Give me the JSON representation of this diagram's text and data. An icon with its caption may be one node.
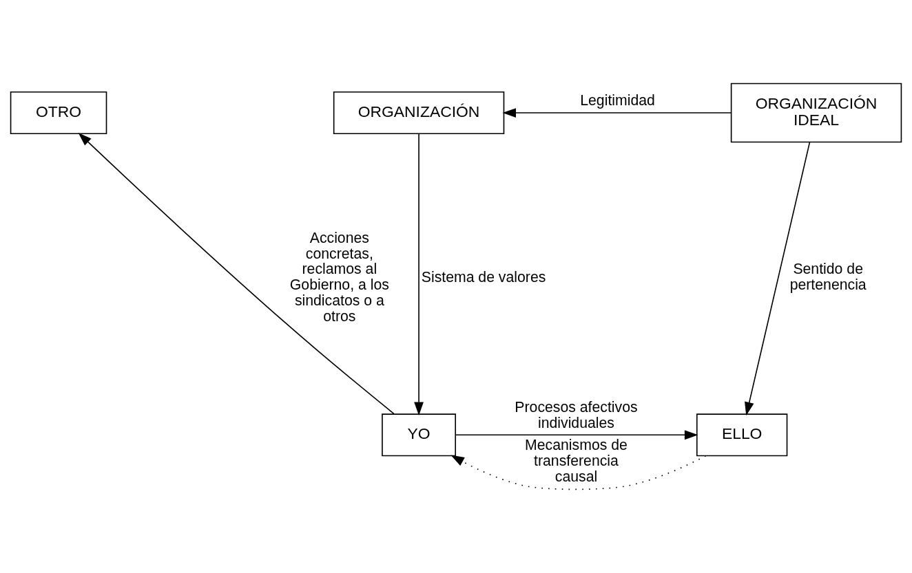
{
  "diagram": {
    "nodes": [
      {
        "text": [
          "OTRO"
        ]
      },
      {
        "text": [
          "ORGANIZACIÓN"
        ]
      },
      {
        "text": [
          "ORGANIZACIÓN IDEAL"
        ]
      },
      {
        "text": [
          "YO"
        ]
      },
      {
        "text": [
          "ELLO"
        ]
      }
    ],
    "edges": [
      {
        "from": 2,
        "to": 1,
        "arrow": "to",
        "label": "Legitimidad"
      },
      {
        "from": 1,
        "to": 3,
        "arrow": "to",
        "label": "Sistema de valores"
      },
      {
        "from": 2,
        "to": 4,
        "arrow": "to",
        "label": "Sentido de pertenencia"
      },
      {
        "from": 3,
        "to": 0,
        "arrow": "to",
        "label": "Acciones concretas, reclamos al Gobierno, a los sindicatos o a otros"
      },
      {
        "from": 3,
        "to": 4,
        "arrow": "to",
        "label": "Procesos afectivos individuales"
      },
      {
        "from": 4,
        "to": 3,
        "arrow": "to",
        "label": "Mecanismos de transferencia causal",
        "style": "dashed"
      }
    ]
  }
}
